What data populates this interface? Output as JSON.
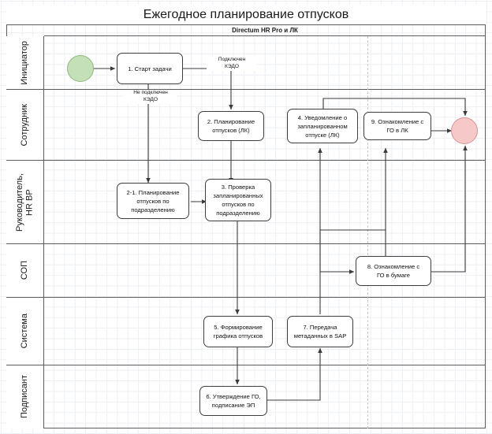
{
  "diagram": {
    "title": "Ежегодное планирование отпусков",
    "subpool_header": "Directum HR Pro и ЛК",
    "type": "swimlane-flowchart"
  },
  "lanes": [
    {
      "id": "initiator",
      "label": "Инициатор"
    },
    {
      "id": "employee",
      "label": "Сотрудник"
    },
    {
      "id": "manager",
      "label": "Руководитель,\nHR BP"
    },
    {
      "id": "sop",
      "label": "СОП"
    },
    {
      "id": "system",
      "label": "Система"
    },
    {
      "id": "signer",
      "label": "Подписант"
    }
  ],
  "events": [
    {
      "id": "start",
      "name": "start-event",
      "lane": "initiator",
      "fill": "#c3e0b8",
      "stroke": "#8fb980"
    },
    {
      "id": "end",
      "name": "end-event",
      "lane": "employee",
      "fill": "#f6c8c8",
      "stroke": "#d79494"
    }
  ],
  "nodes": [
    {
      "id": "n1",
      "lane": "initiator",
      "label": "1. Старт задачи"
    },
    {
      "id": "n2",
      "lane": "employee",
      "label": "2. Планирование\nотпусков (ЛК)"
    },
    {
      "id": "n4",
      "lane": "employee",
      "label": "4. Уведомление о\nзапланированном\nотпуске (ЛК)"
    },
    {
      "id": "n9",
      "lane": "employee",
      "label": "9. Ознакомление с\nГО в ЛК"
    },
    {
      "id": "n21",
      "lane": "manager",
      "label": "2-1. Планирование\nотпусков по\nподразделению"
    },
    {
      "id": "n3",
      "lane": "manager",
      "label": "3. Проверка\nзапланированных\nотпусков по\nподразделению"
    },
    {
      "id": "n8",
      "lane": "sop",
      "label": "8. Ознакомление с\nГО в бумаге"
    },
    {
      "id": "n5",
      "lane": "system",
      "label": "5. Формирование\nграфика отпусков"
    },
    {
      "id": "n7",
      "lane": "system",
      "label": "7. Передача\nметаданных в SAP"
    },
    {
      "id": "n6",
      "lane": "signer",
      "label": "6. Утверждение ГО,\nподписание ЭП"
    }
  ],
  "edge_labels": [
    {
      "id": "e-kedo-yes",
      "label": "Подключен\nКЭДО"
    },
    {
      "id": "e-kedo-no",
      "label": "Не подключен\nКЭДО"
    }
  ],
  "colors": {
    "pool_border": "#5c5c5c",
    "node_border": "#3d3d3d",
    "edge": "#3a3a3a",
    "grid": "#eceff3",
    "start_fill": "#c3e0b8",
    "end_fill": "#f6c8c8"
  }
}
